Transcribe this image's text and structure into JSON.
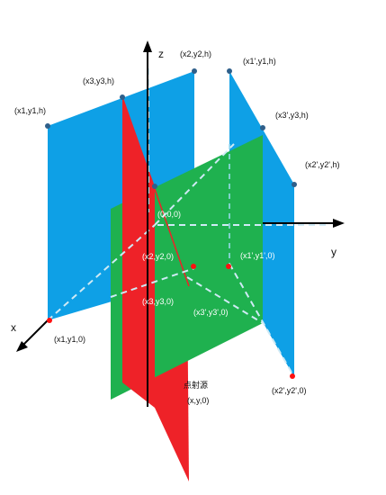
{
  "colors": {
    "blue_plane": "#0ea0e6",
    "green_plane": "#1fb14f",
    "red_plane": "#ee2228",
    "vertex_blue": "#2f5f8a",
    "vertex_red": "#ff1010",
    "dashed_line": "#cfeaf5",
    "axis": "#000000"
  },
  "axes": {
    "x": "x",
    "y": "y",
    "z": "z"
  },
  "labels": {
    "x2y2h": "(x2,y2,h)",
    "x1py1h": "(x1',y1,h)",
    "x3y3h": "(x3,y3,h)",
    "x1y1h": "(x1,y1,h)",
    "x3py3h": "(x3',y3,h)",
    "x2py2h": "(x2',y2',h)",
    "origin": "(0,0,0)",
    "x2y20": "(x2,y2,0)",
    "x1py10": "(x1',y1',0)",
    "x3y30": "(x3,y3,0)",
    "x3py30": "(x3',y3',0)",
    "x1y10": "(x1,y1,0)",
    "x2py20": "(x2',y2',0)",
    "source_title": "点射源",
    "source_coord": "(x,y,0)"
  }
}
